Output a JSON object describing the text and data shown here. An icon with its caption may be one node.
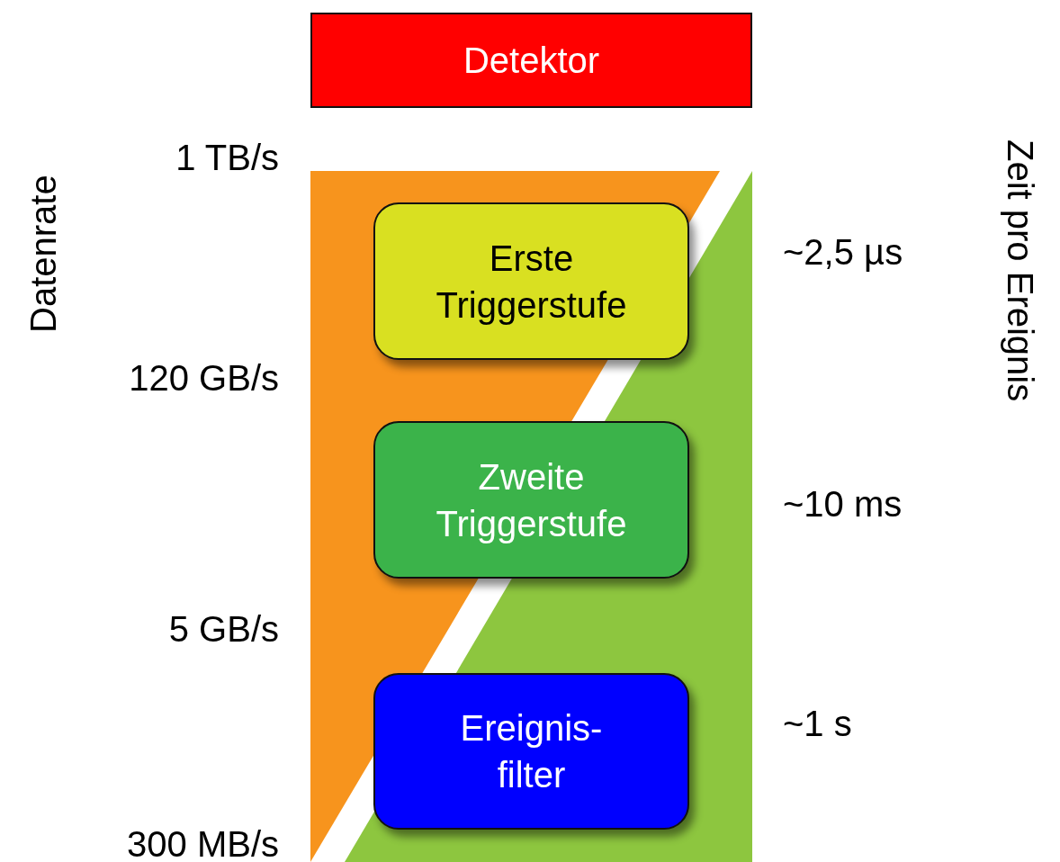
{
  "diagram": {
    "nodes": [
      {
        "text": [
          "Detektor"
        ]
      },
      {
        "text": [
          "Erste Triggerstufe"
        ]
      },
      {
        "text": [
          "Zweite Triggerstufe"
        ]
      },
      {
        "text": [
          "Ereignis- filter"
        ]
      }
    ],
    "labels": [
      "Datenrate",
      "1 TB/s",
      "120 GB/s",
      "5 GB/s",
      "300 MB/s",
      "~2,5 µs",
      "~10 ms",
      "~1 s",
      "Zeit pro Ereignis"
    ]
  }
}
